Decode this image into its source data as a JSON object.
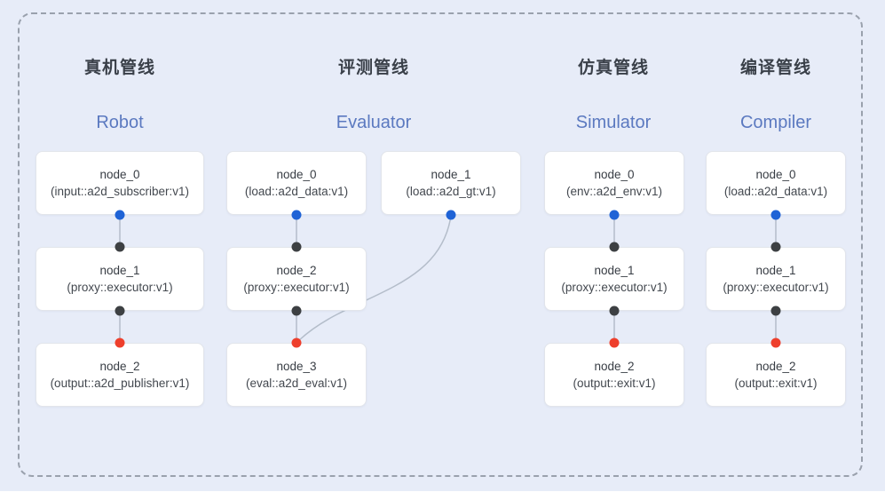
{
  "canvas": {
    "background_color": "#e7ecf8",
    "frame_border_color": "#9aa1ad",
    "edge_color": "#b4bdca"
  },
  "colors": {
    "blue_port_dot": "#1f63d6",
    "gray_port_dot": "#3d4043",
    "red_port_dot": "#ee3f2c",
    "header_cn": "#3a4049",
    "header_en": "#5b79c0"
  },
  "pipelines": [
    {
      "title_cn": "真机管线",
      "title_en": "Robot",
      "nodes": [
        {
          "name": "node_0",
          "type": "(input::a2d_subscriber:v1)"
        },
        {
          "name": "node_1",
          "type": "(proxy::executor:v1)"
        },
        {
          "name": "node_2",
          "type": "(output::a2d_publisher:v1)"
        }
      ]
    },
    {
      "title_cn": "评测管线",
      "title_en": "Evaluator",
      "nodes": [
        {
          "name": "node_0",
          "type": "(load::a2d_data:v1)"
        },
        {
          "name": "node_1",
          "type": "(load::a2d_gt:v1)"
        },
        {
          "name": "node_2",
          "type": "(proxy::executor:v1)"
        },
        {
          "name": "node_3",
          "type": "(eval::a2d_eval:v1)"
        }
      ]
    },
    {
      "title_cn": "仿真管线",
      "title_en": "Simulator",
      "nodes": [
        {
          "name": "node_0",
          "type": "(env::a2d_env:v1)"
        },
        {
          "name": "node_1",
          "type": "(proxy::executor:v1)"
        },
        {
          "name": "node_2",
          "type": "(output::exit:v1)"
        }
      ]
    },
    {
      "title_cn": "编译管线",
      "title_en": "Compiler",
      "nodes": [
        {
          "name": "node_0",
          "type": "(load::a2d_data:v1)"
        },
        {
          "name": "node_1",
          "type": "(proxy::executor:v1)"
        },
        {
          "name": "node_2",
          "type": "(output::exit:v1)"
        }
      ]
    }
  ]
}
